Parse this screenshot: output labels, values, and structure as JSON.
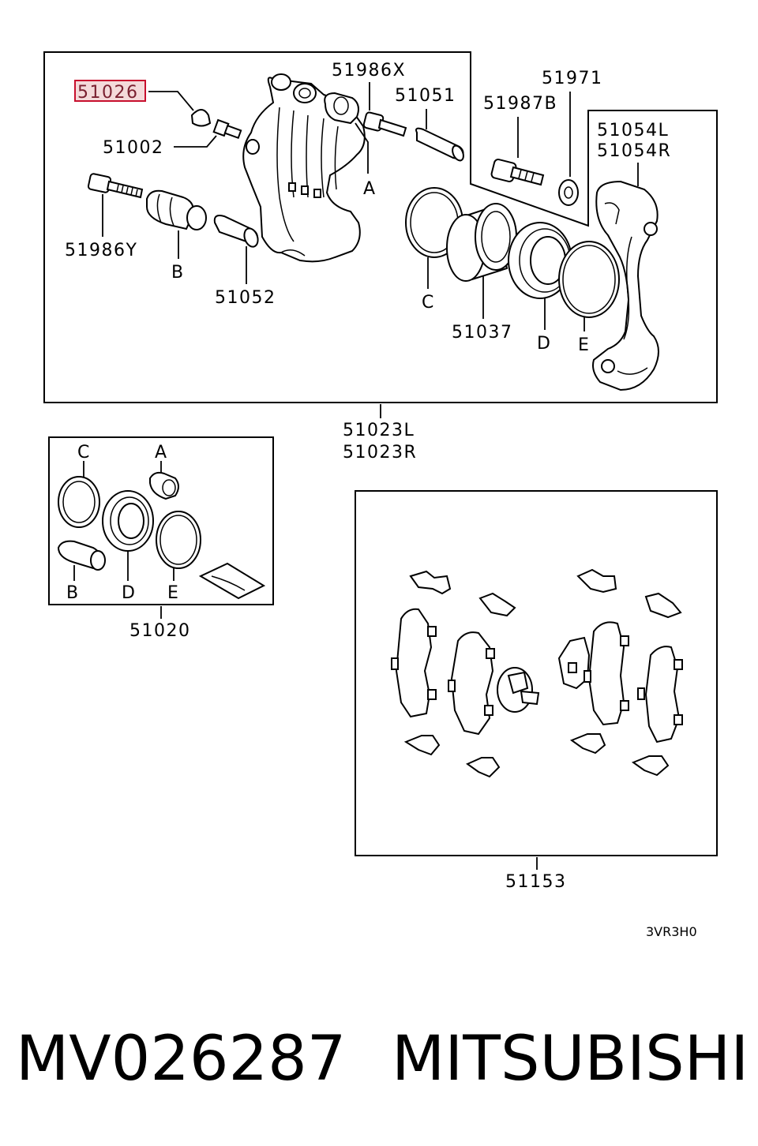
{
  "highlight_color": "#c8102e",
  "labels": {
    "p51026": "51026",
    "p51002": "51002",
    "p51986y": "51986Y",
    "pB1": "B",
    "p51052": "51052",
    "p51986x": "51986X",
    "p51051": "51051",
    "pA1": "A",
    "p51971": "51971",
    "p51987b": "51987B",
    "p51054l": "51054L",
    "p51054r": "51054R",
    "pC1": "C",
    "p51037": "51037",
    "pD1": "D",
    "pE1": "E",
    "p51023l": "51023L",
    "p51023r": "51023R",
    "kitC": "C",
    "kitA": "A",
    "kitB": "B",
    "kitD": "D",
    "kitE": "E",
    "p51020": "51020",
    "p51153": "51153",
    "code": "3VR3H0"
  },
  "footer": {
    "part_number": "MV026287",
    "brand": "MITSUBISHI"
  }
}
